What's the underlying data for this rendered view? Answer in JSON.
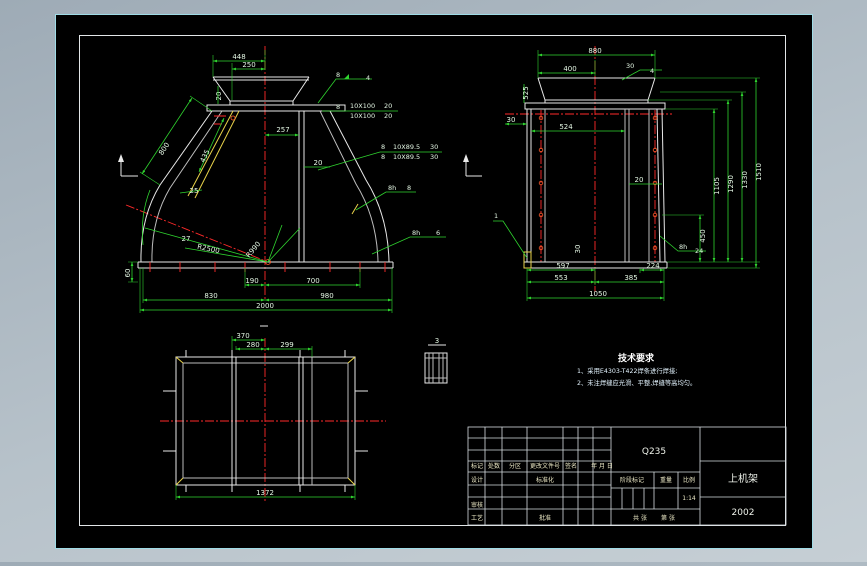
{
  "colors": {
    "viewer_background": "#b7c2ca",
    "canvas": "#000000",
    "outline": "#e9e9e9",
    "dimension": "#2fd42f",
    "centerline": "#ff2a2a",
    "frame": "#d6dde0"
  },
  "front_view": {
    "dims": {
      "top_448": "448",
      "top_250": "250",
      "neck_20": "20",
      "slant_800": "800",
      "slant_435": "435",
      "offset_257": "257",
      "rib_20": "20",
      "plate_25": "25",
      "angle_27": "27",
      "radius_2500": "R2500",
      "radius_990": "R990",
      "base_60": "60",
      "bottom_190": "190",
      "bottom_700": "700",
      "bottom_830": "830",
      "bottom_980": "980",
      "overall_2000": "2000"
    },
    "welds": {
      "top_size": "8",
      "top_count": "4",
      "flange_size": "8",
      "flange_spec_1": "10X100",
      "flange_spec_2": "10X100",
      "flange_pitch_1": "20",
      "flange_pitch_2": "20",
      "rib_size_1": "8",
      "rib_size_2": "8",
      "rib_spec_1": "10X89.5",
      "rib_spec_2": "10X89.5",
      "rib_pitch_1": "30",
      "rib_pitch_2": "30",
      "side_size": "8h",
      "side_count": "8",
      "base_size": "8h",
      "base_count": "6"
    }
  },
  "side_view": {
    "dims": {
      "top_880": "880",
      "top_400": "400",
      "flange_525": "525",
      "left_30": "30",
      "inner_524": "524",
      "rib_20": "20",
      "h_450": "450",
      "h_1105": "1105",
      "h_1290": "1290",
      "h_1330": "1330",
      "h_1510": "1510",
      "foot_30": "30",
      "bottom_597": "597",
      "bottom_224": "224",
      "bottom_553": "553",
      "bottom_385": "385",
      "overall_1050": "1050"
    },
    "welds": {
      "top_size": "30",
      "top_count": "4",
      "leg_size": "8h",
      "leg_count": "24"
    },
    "part_ref": "1"
  },
  "top_view": {
    "dims": {
      "d370": "370",
      "d280": "280",
      "d299": "299",
      "overall_1372": "1372"
    }
  },
  "detail_view": {
    "label": "3"
  },
  "tech_requirements": {
    "heading": "技术要求",
    "item_1": "1、采用E4303-T422焊条进行焊接;",
    "item_2": "2、未注焊缝应光滑、平整,焊缝等高均匀。"
  },
  "title_block": {
    "material": "Q235",
    "part_name": "上机架",
    "drawing_no": "2002",
    "rev_mark": "标记",
    "rev_count": "处数",
    "rev_zone": "分区",
    "rev_doc": "更改文件号",
    "rev_sign": "签名",
    "rev_date": "年 月 日",
    "designer_label": "设计",
    "standardization_label": "标准化",
    "checker_label": "审核",
    "process_label": "工艺",
    "approver_label": "批准",
    "stage_label": "阶段标记",
    "weight_label": "重量",
    "scale_label": "比例",
    "scale": "1:14",
    "sheets_total_label": "共 张",
    "sheet_label": "第 张"
  }
}
